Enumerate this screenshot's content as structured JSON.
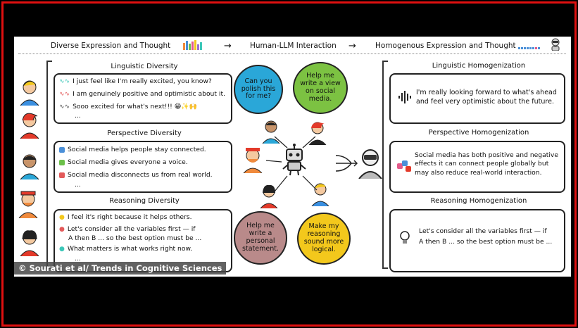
{
  "header": {
    "left": "Diverse Expression and Thought",
    "middle": "Human-LLM Interaction",
    "right": "Homogenous Expression and Thought",
    "arrow": "→"
  },
  "diversity": {
    "linguistic": {
      "title": "Linguistic Diversity",
      "lines": [
        "I just feel like I'm really excited, you know?",
        "I am genuinely positive and optimistic about it.",
        "Sooo excited for what's next!!! 😁✨🙌"
      ],
      "more": "..."
    },
    "perspective": {
      "title": "Perspective Diversity",
      "lines": [
        "Social media helps people stay connected.",
        "Social media gives everyone a voice.",
        "Social media disconnects us from real world."
      ],
      "more": "..."
    },
    "reasoning": {
      "title": "Reasoning Diversity",
      "lines": [
        "I feel it's right because it helps others.",
        "Let's consider all the variables first — if",
        "A then B ... so the best option must be ...",
        "What matters is what works right now."
      ],
      "more": "..."
    }
  },
  "bubbles": {
    "polish": "Can you polish this for me?",
    "view": "Help me write a view on social media.",
    "statement": "Help me write a personal statement.",
    "reasoning": "Make my reasoning sound more logical."
  },
  "homogenization": {
    "linguistic": {
      "title": "Linguistic Homogenization",
      "text": "I'm really looking forward to what's ahead and feel very optimistic about the future."
    },
    "perspective": {
      "title": "Perspective Homogenization",
      "text": "Social media has both positive and negative effects it can connect people globally but may also reduce real-world interaction."
    },
    "reasoning": {
      "title": "Reasoning Homogenization",
      "text1": "Let's consider all the variables first — if",
      "text2": "A then B ... so the best option must be ..."
    }
  },
  "watermark": "© Sourati et al/ Trends in Cognitive Sciences",
  "colors": {
    "frame": "#e01010",
    "bubble_blue": "#2aa7d8",
    "bubble_green": "#7cc242",
    "bubble_mauve": "#b98a8a",
    "bubble_yellow": "#f3c81c"
  }
}
